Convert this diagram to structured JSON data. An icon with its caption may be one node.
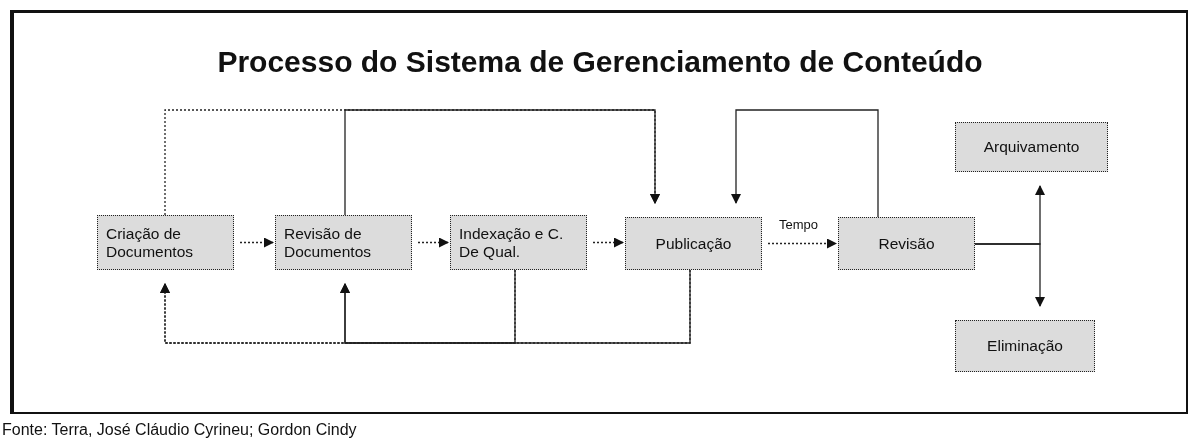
{
  "diagram": {
    "title": "Processo do Sistema de Gerenciamento de Conteúdo",
    "caption": "Fonte: Terra, José Cláudio Cyrineu; Gordon Cindy",
    "nodes": [
      {
        "text": [
          "Criação de Documentos"
        ]
      },
      {
        "text": [
          "Revisão de Documentos"
        ]
      },
      {
        "text": [
          "Indexação e C. De Qual."
        ]
      },
      {
        "text": [
          "Publicação"
        ]
      },
      {
        "text": [
          "Revisão"
        ]
      },
      {
        "text": [
          "Arquivamento"
        ]
      },
      {
        "text": [
          "Eliminação"
        ]
      }
    ],
    "edges": [
      {
        "from": 0,
        "to": 1,
        "arrow": "to",
        "style": "dashed"
      },
      {
        "from": 1,
        "to": 2,
        "arrow": "to",
        "style": "dashed"
      },
      {
        "from": 2,
        "to": 3,
        "arrow": "to",
        "style": "dashed"
      },
      {
        "from": 3,
        "to": 4,
        "arrow": "to",
        "style": "dashed",
        "label": "Tempo"
      },
      {
        "from": 0,
        "to": 3,
        "arrow": "to",
        "style": "dashed"
      },
      {
        "from": 1,
        "to": 3,
        "arrow": "to"
      },
      {
        "from": 4,
        "to": 3,
        "arrow": "to"
      },
      {
        "from": 2,
        "to": 0,
        "arrow": "to",
        "style": "dashed"
      },
      {
        "from": 2,
        "to": 1,
        "arrow": "to"
      },
      {
        "from": 3,
        "to": 0,
        "arrow": "to",
        "style": "dashed"
      },
      {
        "from": 3,
        "to": 1,
        "arrow": "to"
      },
      {
        "from": 4,
        "to": 5,
        "arrow": "to"
      },
      {
        "from": 4,
        "to": 6,
        "arrow": "to"
      }
    ]
  }
}
